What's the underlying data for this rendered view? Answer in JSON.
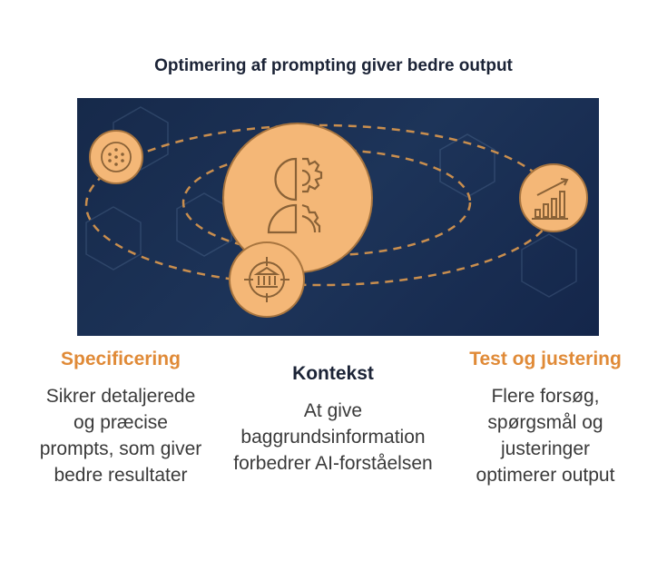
{
  "title": "Optimering af prompting giver bedre output",
  "columns": [
    {
      "heading": "Specificering",
      "text": "Sikrer detaljerede og præcise prompts, som giver bedre resultater"
    },
    {
      "heading": "Kontekst",
      "text": "At give baggrundsinformation forbedrer AI-forståelsen"
    },
    {
      "heading": "Test og justering",
      "text": "Flere forsøg, spørgsmål og justeringer optimerer output"
    }
  ],
  "colors": {
    "accent": "#f4b777",
    "heading": "#e08a37",
    "background": "#1a2e52"
  },
  "icons": [
    "network-dots-icon",
    "person-gear-icon",
    "bank-target-icon",
    "growth-chart-icon"
  ]
}
